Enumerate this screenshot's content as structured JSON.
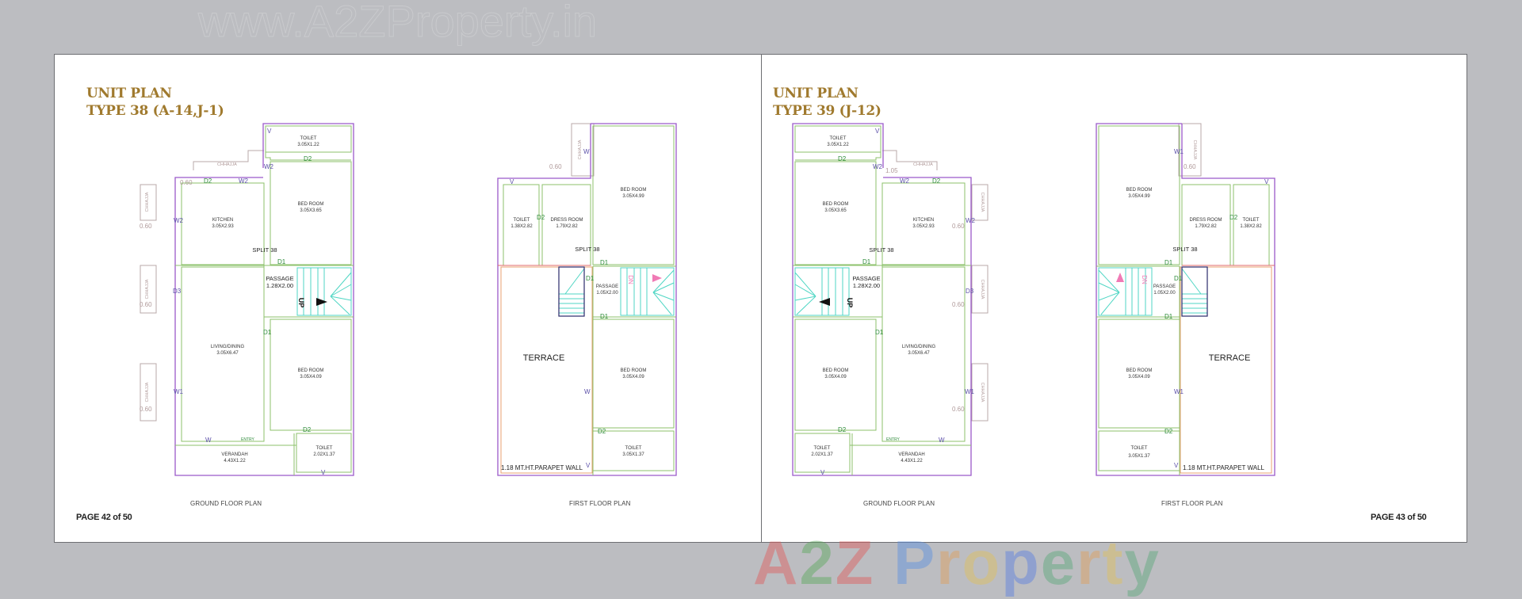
{
  "watermarks": {
    "top": "www.A2ZProperty.in",
    "bottom_letters": [
      {
        "ch": "A",
        "color": "#e05a5a"
      },
      {
        "ch": "2",
        "color": "#5aa95a"
      },
      {
        "ch": "Z",
        "color": "#e05a5a"
      },
      {
        "ch": " ",
        "color": "#fff"
      },
      {
        "ch": "P",
        "color": "#5a8fe0"
      },
      {
        "ch": "r",
        "color": "#e0a05a"
      },
      {
        "ch": "o",
        "color": "#e0c05a"
      },
      {
        "ch": "p",
        "color": "#5a7fe0"
      },
      {
        "ch": "e",
        "color": "#5aa97a"
      },
      {
        "ch": "r",
        "color": "#e0a05a"
      },
      {
        "ch": "t",
        "color": "#e0c05a"
      },
      {
        "ch": "y",
        "color": "#5aa97a"
      }
    ]
  },
  "colors": {
    "title": "#a07a2e",
    "outer_wall": "#9b59c9",
    "inner_wall": "#8cc26b",
    "stair": "#4fd6c4",
    "door_label": "#2e8b3a",
    "window_label": "#5b4fa8",
    "chhajja": "#b09a9a",
    "dn_arrow": "#f07ab5",
    "parapet": "#e8a070"
  },
  "pages": [
    {
      "title_line1": "UNIT PLAN",
      "title_line2": "TYPE 38 (A-14,J-1)",
      "page_number": "PAGE 42 of 50",
      "ground_caption": "GROUND FLOOR PLAN",
      "first_caption": "FIRST FLOOR PLAN",
      "ground": {
        "split": "SPLIT 38",
        "rooms": [
          {
            "name": "TOILET",
            "dim": "3.05X1.22"
          },
          {
            "name": "BED ROOM",
            "dim": "3.05X3.65"
          },
          {
            "name": "KITCHEN",
            "dim": "3.05X2.93"
          },
          {
            "name": "PASSAGE",
            "dim": "1.28X2.00"
          },
          {
            "name": "LIVING/DINING",
            "dim": "3.05X6.47"
          },
          {
            "name": "BED ROOM",
            "dim": "3.05X4.09"
          },
          {
            "name": "VERANDAH",
            "dim": "4.43X1.22"
          },
          {
            "name": "TOILET",
            "dim": "2.02X1.37"
          }
        ],
        "labels": {
          "chhajja": "CHHAJJA",
          "dim060": "0.60",
          "up": "UP",
          "entry": "ENTRY",
          "d1": "D1",
          "d2": "D2",
          "d3": "D3",
          "w": "W",
          "w1": "W1",
          "w2": "W2",
          "v": "V"
        }
      },
      "first": {
        "split": "SPLIT 38",
        "rooms": [
          {
            "name": "TOILET",
            "dim": "1.38X2.82"
          },
          {
            "name": "DRESS ROOM",
            "dim": "1.79X2.82"
          },
          {
            "name": "BED ROOM",
            "dim": "3.05X4.99"
          },
          {
            "name": "PASSAGE",
            "dim": "1.05X2.00"
          },
          {
            "name": "TERRACE",
            "dim": ""
          },
          {
            "name": "BED ROOM",
            "dim": "3.05X4.09"
          },
          {
            "name": "TOILET",
            "dim": "3.05X1.37"
          }
        ],
        "labels": {
          "chhajja": "CHHAJJA",
          "dim060": "0.60",
          "dn": "DN",
          "parapet": "1.18 MT.HT.PARAPET WALL",
          "d1": "D1",
          "d2": "D2",
          "w": "W",
          "v": "V"
        }
      }
    },
    {
      "title_line1": "UNIT PLAN",
      "title_line2": "TYPE 39 (J-12)",
      "page_number": "PAGE 43 of 50",
      "ground_caption": "GROUND FLOOR PLAN",
      "first_caption": "FIRST FLOOR PLAN",
      "ground": {
        "split": "SPLIT 38",
        "rooms": [
          {
            "name": "TOILET",
            "dim": "3.05X1.22"
          },
          {
            "name": "BED ROOM",
            "dim": "3.05X3.65"
          },
          {
            "name": "KITCHEN",
            "dim": "3.05X2.93"
          },
          {
            "name": "PASSAGE",
            "dim": "1.28X2.00"
          },
          {
            "name": "LIVING/DINING",
            "dim": "3.05X6.47"
          },
          {
            "name": "BED ROOM",
            "dim": "3.05X4.09"
          },
          {
            "name": "VERANDAH",
            "dim": "4.43X1.22"
          },
          {
            "name": "TOILET",
            "dim": "2.02X1.37"
          }
        ],
        "labels": {
          "chhajja": "CHHAJJA",
          "dim060": "0.60",
          "dim105": "1.05",
          "up": "UP",
          "entry": "ENTRY",
          "d1": "D1",
          "d2": "D2",
          "d3": "D3",
          "w": "W",
          "w1": "W1",
          "w2": "W2",
          "v": "V"
        }
      },
      "first": {
        "split": "SPLIT 38",
        "rooms": [
          {
            "name": "BED ROOM",
            "dim": "3.05X4.99"
          },
          {
            "name": "DRESS ROOM",
            "dim": "1.79X2.82"
          },
          {
            "name": "TOILET",
            "dim": "1.38X2.82"
          },
          {
            "name": "PASSAGE",
            "dim": "1.05X2.00"
          },
          {
            "name": "BED ROOM",
            "dim": "3.05X4.09"
          },
          {
            "name": "TERRACE",
            "dim": ""
          },
          {
            "name": "TOILET",
            "dim": "3.05X1.37"
          }
        ],
        "labels": {
          "chhajja": "CHHAJJA",
          "dim060": "0.60",
          "dn": "DN",
          "parapet": "1.18 MT.HT.PARAPET WALL",
          "d1": "D1",
          "d2": "D2",
          "w1": "W1",
          "v": "V"
        }
      }
    }
  ]
}
